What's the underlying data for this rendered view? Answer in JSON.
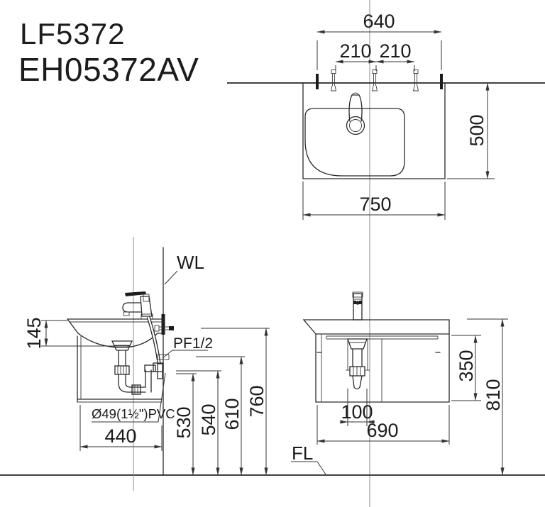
{
  "colors": {
    "background": "#ffffff",
    "ink": "#1c1c1c",
    "drawing_line": "#2a2a2a",
    "centerline": "#8f8f8f"
  },
  "title": {
    "model_1": "LF5372",
    "model_2": "EH05372AV"
  },
  "annotations": {
    "wall_line": "WL",
    "floor_line": "FL",
    "supply_fitting": "PF1/2",
    "drain_pipe": "Ø49(1½\")PVC"
  },
  "top_view": {
    "dim_mount_span": "640",
    "dim_hole_left": "210",
    "dim_hole_right": "210",
    "dim_depth": "500",
    "dim_width": "750"
  },
  "side_view": {
    "dim_rim_height": "145",
    "dim_depth": "440",
    "dim_drain_height": "530",
    "dim_trap_height": "540",
    "dim_supply_height": "610",
    "dim_bolt_height": "760"
  },
  "front_view": {
    "dim_cabinet_height": "350",
    "dim_total_height": "810",
    "dim_drain_offset": "100",
    "dim_cabinet_width": "690"
  }
}
